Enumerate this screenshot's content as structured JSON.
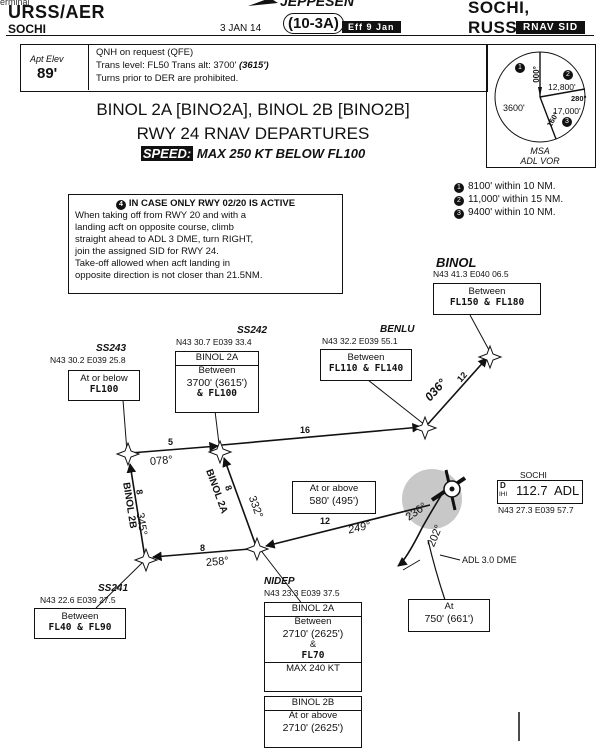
{
  "window": {
    "title": "erminal"
  },
  "header": {
    "icao": "URSS/AER",
    "city": "SOCHI",
    "date": "3 JAN 14",
    "chart_no": "(10-3A)",
    "eff": "Eff 9 Jan",
    "brand": "JEPPESEN",
    "location": "SOCHI, RUSSIA",
    "badge": "RNAV SID"
  },
  "info": {
    "apt_elev_label": "Apt Elev",
    "apt_elev": "89'",
    "line1": "QNH on request (QFE)",
    "line2_a": "Trans level: FL50    Trans alt: 3700'",
    "line2_b": "(3615')",
    "line3": "Turns prior to DER are prohibited."
  },
  "title": {
    "line1": "BINOL 2A [BINO2A], BINOL 2B [BINO2B]",
    "line2": "RWY 24 RNAV DEPARTURES",
    "speed_label": "SPEED:",
    "speed_text": "MAX 250 KT BELOW FL100"
  },
  "msa": {
    "label1": "MSA",
    "label2": "ADL VOR",
    "alt_left": "3600'",
    "alt_right1": "12,800'",
    "alt_right2": "17,000'",
    "deg1": "000°",
    "deg2": "280°",
    "deg3": "160°",
    "legend": [
      {
        "num": "1",
        "text": "8100' within 10 NM."
      },
      {
        "num": "2",
        "text": "11,000' within 15 NM."
      },
      {
        "num": "3",
        "text": "9400' within 10 NM."
      }
    ]
  },
  "notice": {
    "num": "4",
    "heading": "IN CASE ONLY RWY 02/20 IS ACTIVE",
    "lines": [
      "When taking off from RWY 20 and with a",
      "landing acft on opposite course, climb",
      "straight ahead to ADL 3 DME, turn RIGHT,",
      "join the assigned SID for RWY 24.",
      "Take-off allowed when acft landing in",
      "opposite direction is not closer than 21.5NM."
    ]
  },
  "waypoints": {
    "binol": {
      "name": "BINOL",
      "coord": "N43 41.3 E040 06.5",
      "box1": "Between",
      "box2": "FL150 & FL180"
    },
    "benlu": {
      "name": "BENLU",
      "coord": "N43 32.2 E039 55.1",
      "box1": "Between",
      "box2": "FL110 & FL140"
    },
    "ss242": {
      "name": "SS242",
      "coord": "N43 30.7 E039 33.4",
      "box0": "BINOL 2A",
      "box1": "Between",
      "box2": "3700' (3615')",
      "box3": "& FL100"
    },
    "ss243": {
      "name": "SS243",
      "coord": "N43 30.2 E039 25.8",
      "box1": "At or below",
      "box2": "FL100"
    },
    "ss241": {
      "name": "SS241",
      "coord": "N43 22.6 E039 27.5",
      "box1": "Between",
      "box2": "FL40 & FL90"
    },
    "nidep": {
      "name": "NIDEP",
      "coord": "N43 23.3 E039 37.5",
      "a_title": "BINOL 2A",
      "a1": "Between",
      "a2": "2710' (2625')",
      "a3": "&",
      "a4": "FL70",
      "a5": "MAX 240 KT",
      "b_title": "BINOL 2B",
      "b1": "At or above",
      "b2": "2710' (2625')"
    }
  },
  "vor": {
    "name": "SOCHI",
    "freq": "112.7",
    "ident": "ADL",
    "d": "D",
    "ihi": "IHI",
    "coord": "N43 27.3 E039 57.7"
  },
  "altitudes": {
    "above580_1": "At or above",
    "above580_2": "580' (495')",
    "at750_1": "At",
    "at750_2": "750' (661')",
    "adl3dme": "ADL 3.0 DME"
  },
  "routes": {
    "leg_036": "036°",
    "dist_12a": "12",
    "dist_16": "16",
    "dist_5": "5",
    "crs_078": "078°",
    "crs_332": "332°",
    "crs_345": "345°",
    "dist_8a": "8",
    "dist_8b": "8",
    "dist_8c": "8",
    "crs_258": "258°",
    "crs_249": "249°",
    "dist_12b": "12",
    "crs_236": "236°",
    "crs_202": "202°",
    "binol2a": "BINOL 2A",
    "binol2b": "BINOL 2B"
  }
}
